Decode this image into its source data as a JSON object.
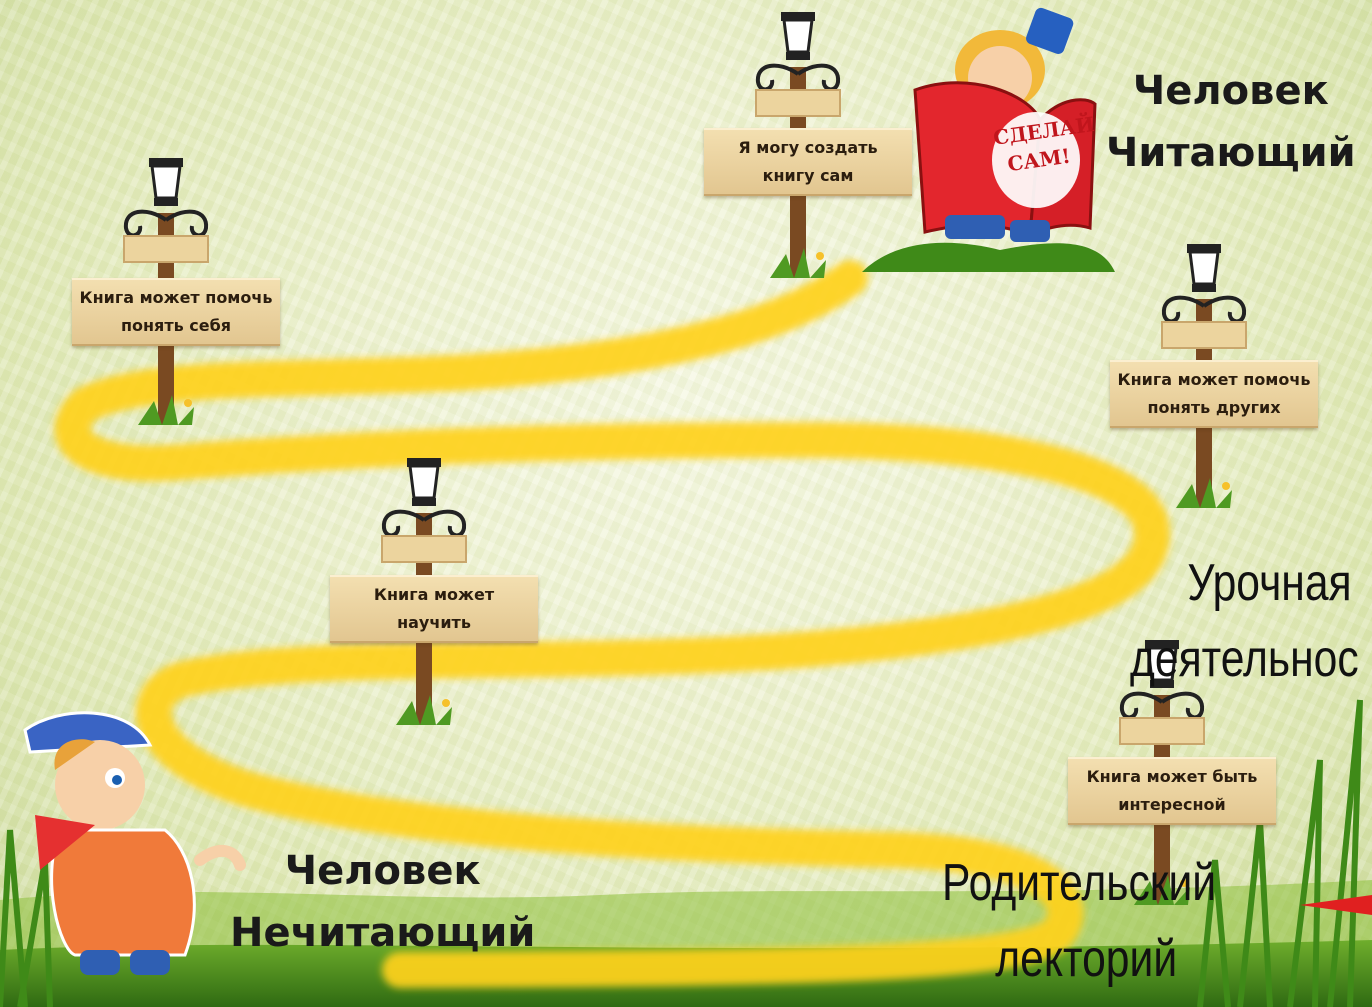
{
  "signs": [
    {
      "line1": "Я могу создать",
      "line2": "книгу сам"
    },
    {
      "line1": "Книга может помочь",
      "line2": "понять себя"
    },
    {
      "line1": "Книга может помочь",
      "line2": "понять других"
    },
    {
      "line1": "Книга может",
      "line2": "научить"
    },
    {
      "line1": "Книга может быть",
      "line2": "интересной"
    }
  ],
  "goal": {
    "line1": "Человек",
    "line2": "Читающий"
  },
  "start": {
    "line1": "Человек",
    "line2": "Нечитающий"
  },
  "lesson": {
    "line1": "Урочная",
    "line2": "деятельнос"
  },
  "parents": {
    "line1": "Родительский",
    "line2": "лекторий"
  },
  "book_cover": {
    "line1": "СДЕЛАЙ",
    "line2": "САМ!"
  },
  "colors": {
    "road": "#ffd21f",
    "sign": "#ecd49e",
    "post": "#7a4a22",
    "book": "#e3262d"
  }
}
